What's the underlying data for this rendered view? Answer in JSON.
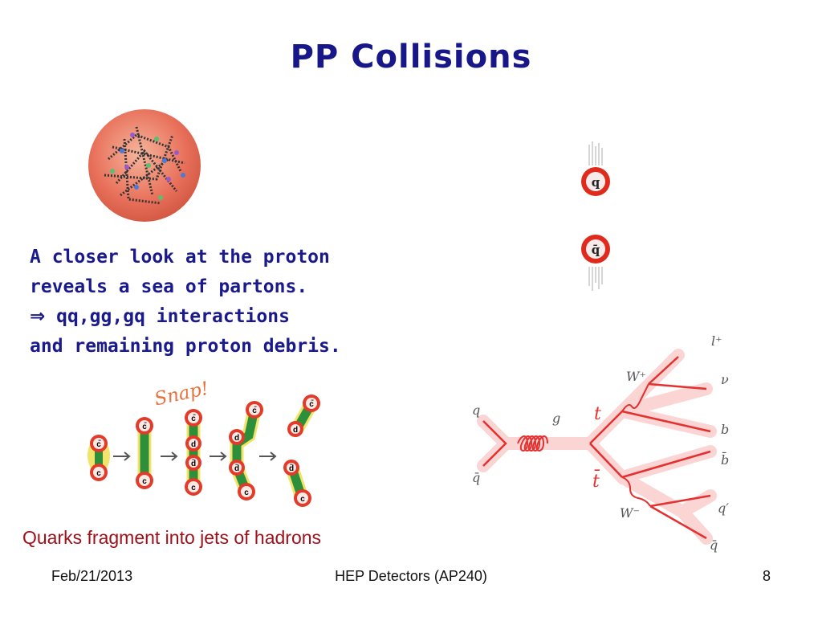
{
  "slide": {
    "title": "PP Collisions",
    "text_lines": [
      "A closer look at the proton",
      "reveals a sea of partons.",
      "qq,gg,gq interactions",
      "and remaining proton debris."
    ],
    "implies_symbol": "⇒",
    "snap_label": "Snap!",
    "caption": "Quarks fragment into jets of hadrons",
    "quark_labels": {
      "q": "q",
      "qbar": "q̄"
    },
    "hadron_labels": [
      "c̄",
      "c",
      "c̄",
      "c",
      "c̄",
      "d",
      "d̄",
      "c",
      "c̄",
      "d",
      "d̄",
      "c",
      "c̄",
      "d",
      "d̄",
      "c"
    ],
    "feynman": {
      "q_in": "q",
      "qbar_in": "q̄",
      "gluon": "g",
      "top": "t",
      "antitop": "t̄",
      "w_plus": "W⁺",
      "w_minus": "W⁻",
      "lepton": "l⁺",
      "neutrino": "ν",
      "b": "b",
      "bbar": "b̄",
      "q_prime": "q′",
      "qbar_out": "q̄"
    },
    "colors": {
      "title": "#17178a",
      "text": "#1a1a8c",
      "caption": "#a0101a",
      "feynman_line": "#e53030",
      "proton": "#e8705a"
    }
  },
  "footer": {
    "date": "Feb/21/2013",
    "center": "HEP Detectors (AP240)",
    "page": "8"
  }
}
